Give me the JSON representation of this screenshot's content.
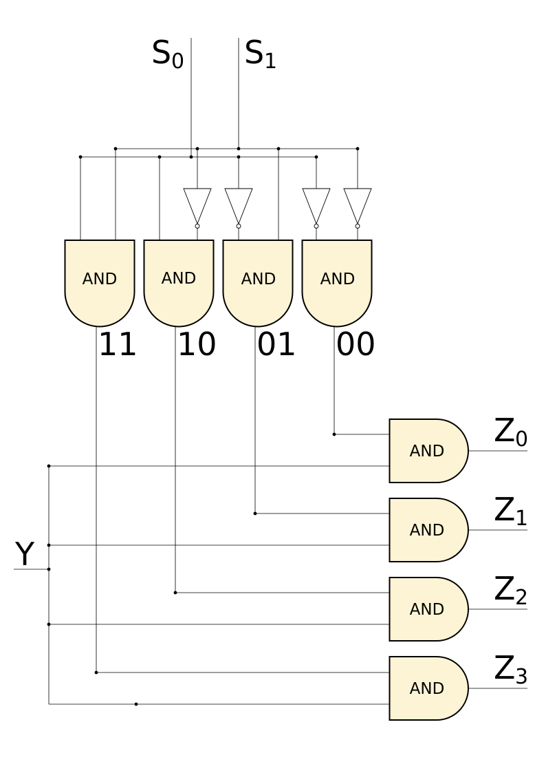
{
  "select_inputs": [
    {
      "name": "S",
      "sub": "0"
    },
    {
      "name": "S",
      "sub": "1"
    }
  ],
  "data_input": {
    "name": "Y"
  },
  "decoder_gates": [
    {
      "label": "AND",
      "code": "11"
    },
    {
      "label": "AND",
      "code": "10"
    },
    {
      "label": "AND",
      "code": "01"
    },
    {
      "label": "AND",
      "code": "00"
    }
  ],
  "output_gates": [
    {
      "label": "AND",
      "out_name": "Z",
      "out_sub": "0"
    },
    {
      "label": "AND",
      "out_name": "Z",
      "out_sub": "1"
    },
    {
      "label": "AND",
      "out_name": "Z",
      "out_sub": "2"
    },
    {
      "label": "AND",
      "out_name": "Z",
      "out_sub": "3"
    }
  ]
}
